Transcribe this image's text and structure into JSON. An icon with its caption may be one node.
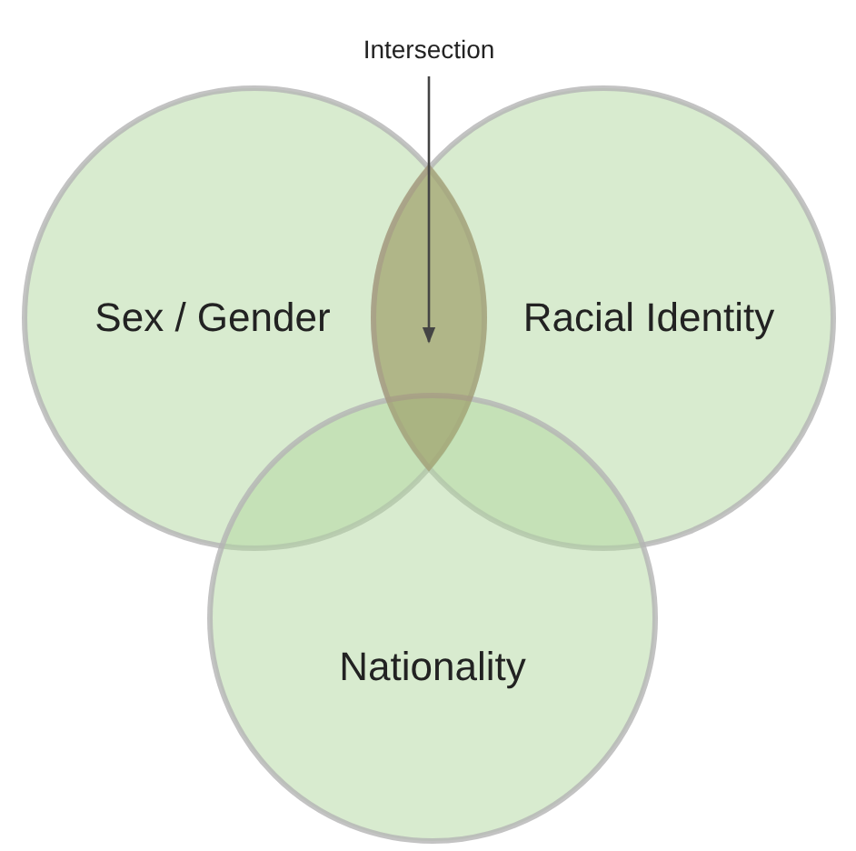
{
  "diagram": {
    "nodes": [
      {
        "text": [
          "Sex / Gender"
        ]
      },
      {
        "text": [
          "Racial Identity"
        ]
      },
      {
        "text": [
          "Nationality"
        ]
      },
      {
        "text": [
          "Intersection"
        ]
      },
      {
        "text": [],
        "shape": "lens"
      }
    ],
    "edges": [
      {
        "from": 3,
        "to": 4,
        "arrow": "to"
      }
    ]
  }
}
